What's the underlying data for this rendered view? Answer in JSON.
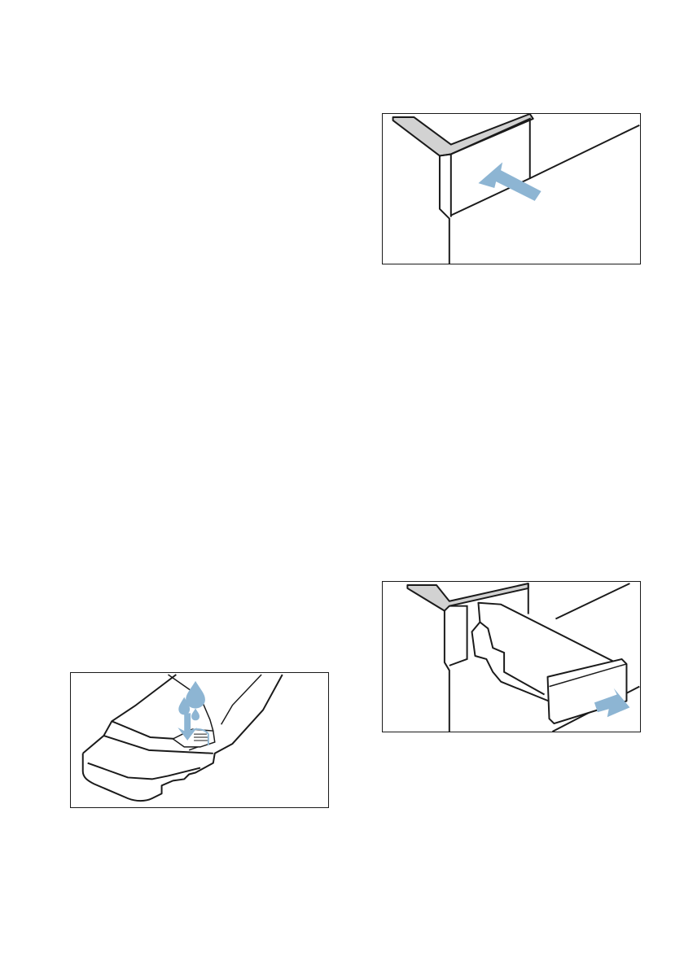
{
  "colors": {
    "accent_arrow": "#8db5d3",
    "trim_gray": "#d2d2d2",
    "outline": "#1a1a1a",
    "page_background": "#ffffff"
  },
  "figures": [
    {
      "icon": "push-drawer-in-illustration"
    },
    {
      "icon": "pull-drawer-out-illustration"
    },
    {
      "icon": "fill-water-illustration"
    }
  ]
}
